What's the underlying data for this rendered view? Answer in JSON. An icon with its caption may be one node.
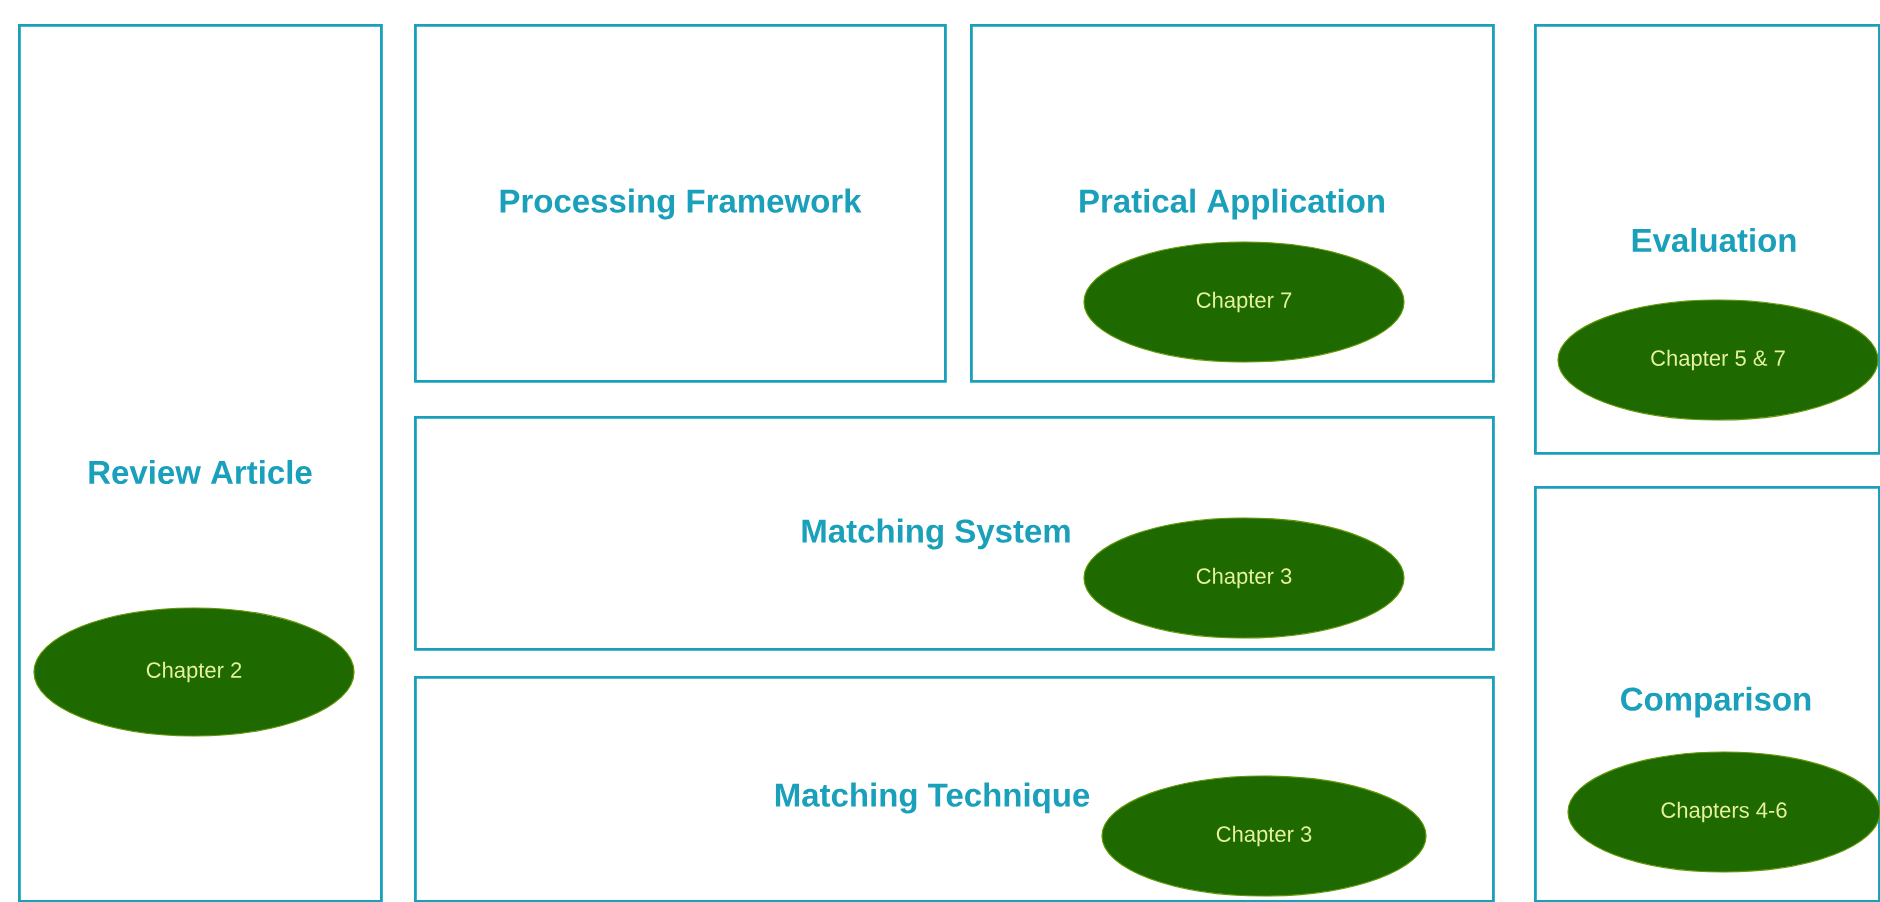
{
  "diagram": {
    "nodes": [
      {
        "text": [
          "Review Article"
        ]
      },
      {
        "text": [
          "Chapter 2"
        ],
        "in": 0
      },
      {
        "text": [
          "Processing Framework"
        ]
      },
      {
        "text": [
          "Pratical Application"
        ]
      },
      {
        "text": [
          "Chapter 7"
        ],
        "in": 3
      },
      {
        "text": [
          "Evaluation"
        ]
      },
      {
        "text": [
          "Chapter 5 & 7"
        ],
        "in": 5
      },
      {
        "text": [
          "Matching System"
        ]
      },
      {
        "text": [
          "Chapter 3"
        ],
        "in": 7
      },
      {
        "text": [
          "Comparison"
        ]
      },
      {
        "text": [
          "Chapters 4-6"
        ],
        "in": 9
      },
      {
        "text": [
          "Matching Technique"
        ]
      },
      {
        "text": [
          "Chapter 3"
        ],
        "in": 11
      }
    ]
  }
}
